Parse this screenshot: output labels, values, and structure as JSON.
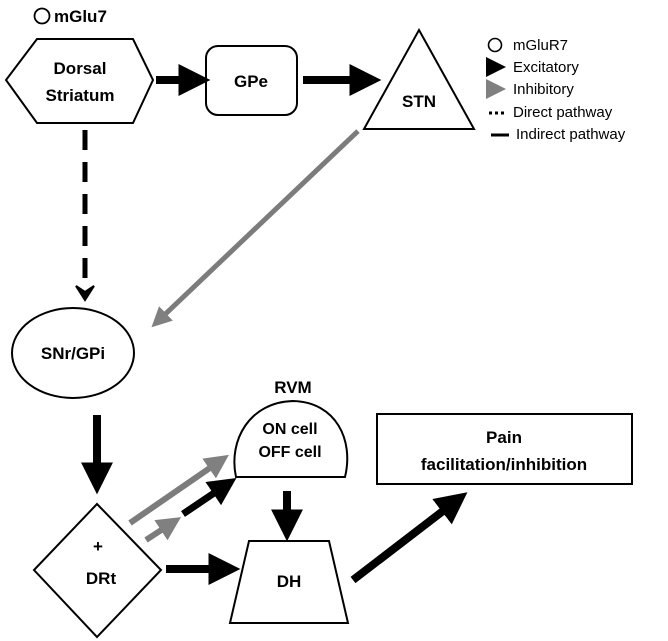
{
  "nodes": {
    "dorsal_striatum": {
      "line1": "Dorsal",
      "line2": "Striatum",
      "marker": "mGlu7"
    },
    "gpe": {
      "label": "GPe"
    },
    "stn": {
      "label": "STN"
    },
    "snr_gpi": {
      "label": "SNr/GPi"
    },
    "rvm": {
      "title": "RVM",
      "line1": "ON cell",
      "line2": "OFF cell"
    },
    "pain": {
      "line1": "Pain",
      "line2": "facilitation/inhibition"
    },
    "drt": {
      "sign": "+",
      "label": "DRt"
    },
    "dh": {
      "label": "DH"
    }
  },
  "legend": {
    "items": [
      {
        "icon": "circle-icon",
        "label": "mGluR7"
      },
      {
        "icon": "black-arrow-icon",
        "label": "Excitatory"
      },
      {
        "icon": "gray-arrow-icon",
        "label": "Inhibitory"
      },
      {
        "icon": "dotted-line-icon",
        "label": "Direct pathway"
      },
      {
        "icon": "solid-line-icon",
        "label": "Indirect pathway"
      }
    ]
  },
  "colors": {
    "excitatory": "#000000",
    "inhibitory": "#808080",
    "background": "#ffffff"
  },
  "edges": [
    {
      "from": "Dorsal Striatum",
      "to": "GPe",
      "type": "excitatory",
      "pathway": "indirect"
    },
    {
      "from": "GPe",
      "to": "STN",
      "type": "excitatory",
      "pathway": "indirect"
    },
    {
      "from": "STN",
      "to": "SNr/GPi",
      "type": "inhibitory",
      "pathway": "indirect"
    },
    {
      "from": "Dorsal Striatum",
      "to": "SNr/GPi",
      "type": "excitatory",
      "pathway": "direct"
    },
    {
      "from": "SNr/GPi",
      "to": "DRt",
      "type": "excitatory",
      "pathway": "indirect"
    },
    {
      "from": "DRt",
      "to": "RVM",
      "type": "inhibitory",
      "pathway": "indirect"
    },
    {
      "from": "DRt",
      "to": "RVM",
      "type": "mixed",
      "pathway": "indirect"
    },
    {
      "from": "DRt",
      "to": "DH",
      "type": "excitatory",
      "pathway": "indirect"
    },
    {
      "from": "RVM",
      "to": "DH",
      "type": "excitatory",
      "pathway": "indirect"
    },
    {
      "from": "DH",
      "to": "Pain facilitation/inhibition",
      "type": "excitatory",
      "pathway": "indirect"
    }
  ]
}
